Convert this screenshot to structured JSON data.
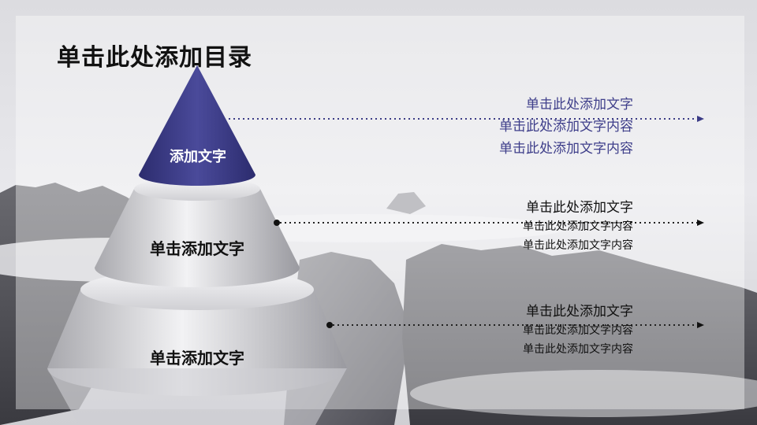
{
  "slide": {
    "title": "单击此处添加目录",
    "colors": {
      "accent": "#3b3b86",
      "dark_text": "#111111",
      "arrow_line": "#222222"
    },
    "pyramid": {
      "top": {
        "label": "添加文字"
      },
      "middle": {
        "label": "单击添加文字"
      },
      "bottom": {
        "label": "单击添加文字"
      }
    },
    "items": [
      {
        "heading": "单击此处添加文字",
        "line1": "单击此处添加文字内容",
        "line2": "单击此处添加文字内容"
      },
      {
        "heading": "单击此处添加文字",
        "line1": "单击此处添加文字内容",
        "line2": "单击此处添加文字内容"
      },
      {
        "heading": "单击此处添加文字",
        "line1": "单击此处添加文字内容",
        "line2": "单击此处添加文字内容"
      }
    ]
  }
}
